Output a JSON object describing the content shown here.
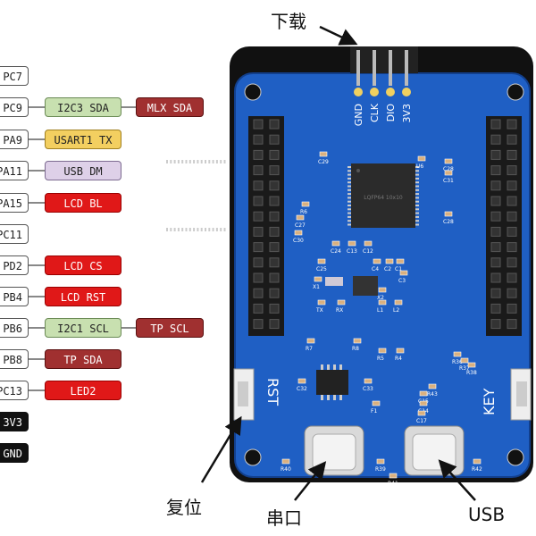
{
  "pin_rows": [
    {
      "pin": "PC7",
      "funcs": []
    },
    {
      "pin": "PC9",
      "funcs": [
        {
          "text": "I2C3 SDA",
          "color": "green"
        },
        {
          "text": "MLX SDA",
          "color": "brown"
        }
      ]
    },
    {
      "pin": "PA9",
      "funcs": [
        {
          "text": "USART1 TX",
          "color": "yellow"
        }
      ]
    },
    {
      "pin": "PA11",
      "funcs": [
        {
          "text": "USB DM",
          "color": "lilac"
        }
      ]
    },
    {
      "pin": "PA15",
      "funcs": [
        {
          "text": "LCD BL",
          "color": "red"
        }
      ]
    },
    {
      "pin": "PC11",
      "funcs": []
    },
    {
      "pin": "PD2",
      "funcs": [
        {
          "text": "LCD CS",
          "color": "red"
        }
      ]
    },
    {
      "pin": "PB4",
      "funcs": [
        {
          "text": "LCD RST",
          "color": "red"
        }
      ]
    },
    {
      "pin": "PB6",
      "funcs": [
        {
          "text": "I2C1 SCL",
          "color": "green"
        },
        {
          "text": "TP SCL",
          "color": "brown"
        }
      ]
    },
    {
      "pin": "PB8",
      "funcs": [
        {
          "text": "TP SDA",
          "color": "brown"
        }
      ]
    },
    {
      "pin": "PC13",
      "funcs": [
        {
          "text": "LED2",
          "color": "red"
        }
      ]
    },
    {
      "pin": "3V3",
      "funcs": [],
      "dark": true
    },
    {
      "pin": "GND",
      "funcs": [],
      "dark": true
    }
  ],
  "callouts": {
    "download": "下载",
    "reset": "复位",
    "serial": "串口",
    "usb": "USB"
  },
  "board": {
    "header_pins": [
      "GND",
      "CLK",
      "DIO",
      "3V3"
    ],
    "chip_text": "LQFP64 10x10",
    "rst": "RST",
    "key": "KEY",
    "refs": [
      "C29",
      "U6",
      "C28",
      "C31",
      "R6",
      "C27",
      "C28",
      "C30",
      "C24",
      "C13",
      "C12",
      "C25",
      "C2",
      "C1",
      "C3",
      "C4",
      "X1",
      "X2",
      "TX",
      "RX",
      "L1",
      "L2",
      "R7",
      "R8",
      "R5",
      "R4",
      "R36",
      "R37",
      "R38",
      "C32",
      "C33",
      "R43",
      "C15",
      "C14",
      "C17",
      "F1",
      "R40",
      "R39",
      "R41",
      "R42"
    ]
  },
  "colors": {
    "board": "#1f5fc4",
    "board_edge": "#123f8c",
    "frame": "#111111",
    "silk": "#ffffff",
    "chip": "#2b2b2b"
  }
}
